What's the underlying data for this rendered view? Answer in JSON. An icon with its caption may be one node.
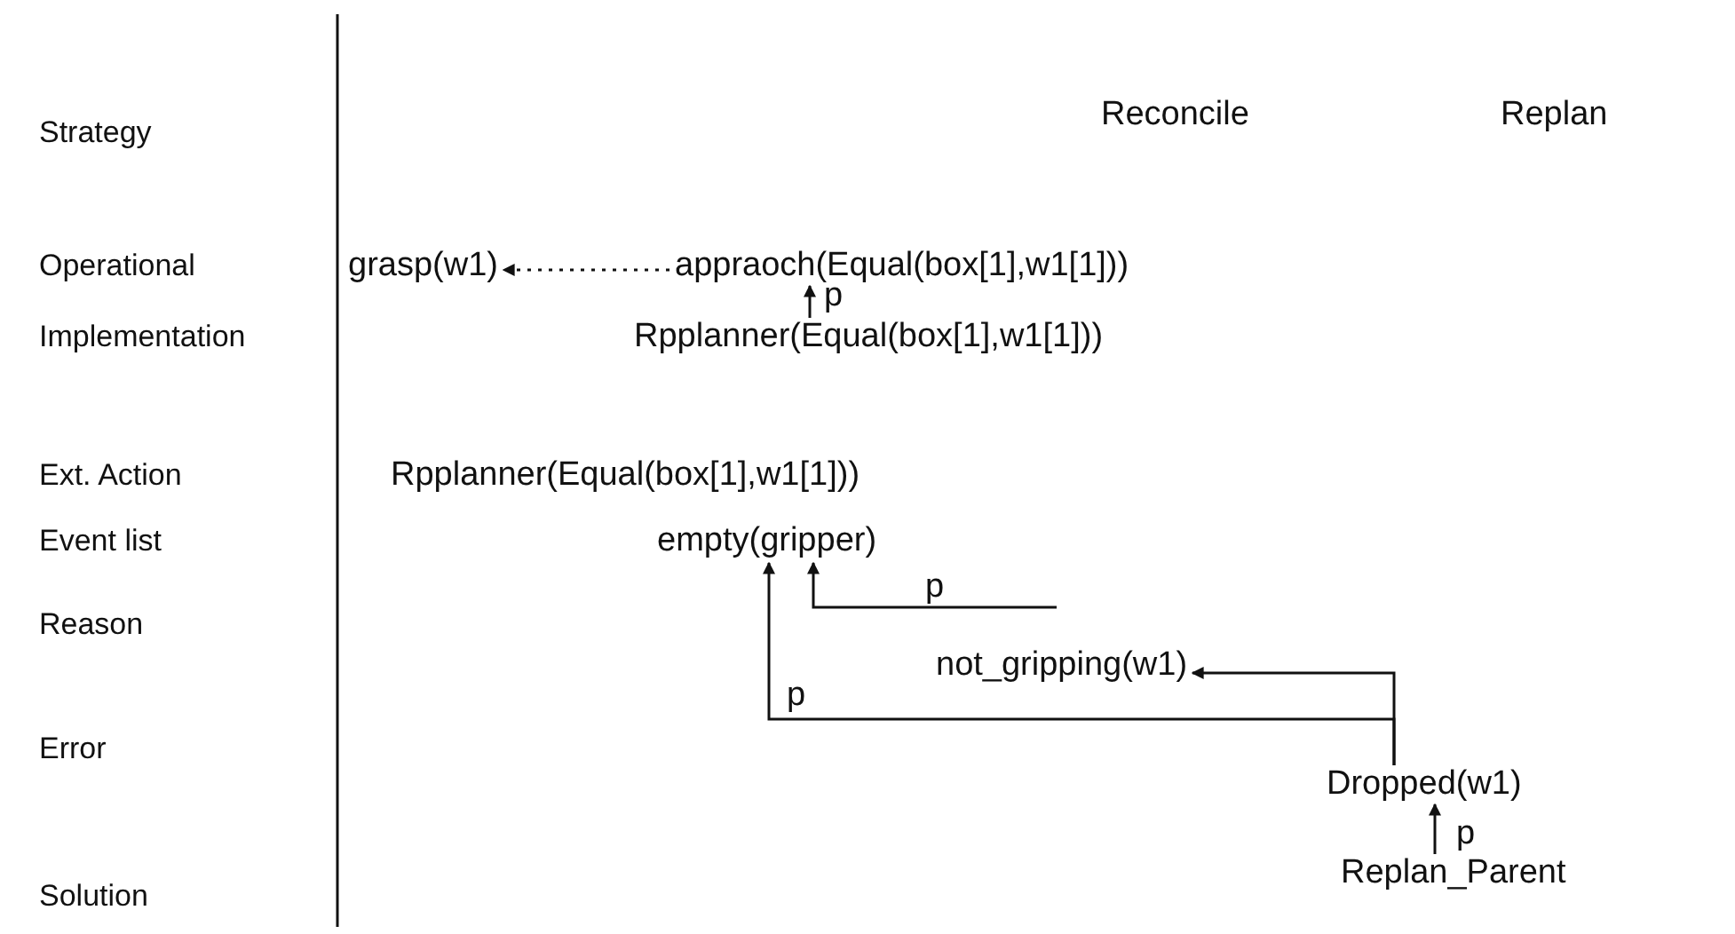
{
  "diagram": {
    "nodes": [
      {
        "text": [
          "grasp(w1)"
        ]
      },
      {
        "text": [
          "appraoch(Equal(box[1],w1[1]))"
        ]
      },
      {
        "text": [
          "Rpplanner(Equal(box[1],w1[1]))"
        ]
      },
      {
        "text": [
          "empty(gripper)"
        ]
      },
      {
        "text": [
          "not_gripping(w1)"
        ]
      },
      {
        "text": [
          "Dropped(w1)"
        ]
      },
      {
        "text": [
          "Replan_Parent"
        ]
      }
    ],
    "edges": [
      {
        "from": 1,
        "to": 0,
        "arrow": "to",
        "style": "dashed"
      },
      {
        "from": 2,
        "to": 1,
        "arrow": "to",
        "label": "p"
      },
      {
        "from": 4,
        "to": 3,
        "arrow": "to",
        "label": "p"
      },
      {
        "from": 5,
        "to": 4,
        "arrow": "to"
      },
      {
        "from": 5,
        "to": 3,
        "arrow": "to",
        "label": "p"
      },
      {
        "from": 6,
        "to": 5,
        "arrow": "to",
        "label": "p"
      }
    ],
    "labels": [
      "Strategy",
      "Reconcile",
      "Replan",
      "Operational",
      "Implementation",
      "Ext. Action",
      "Rpplanner(Equal(box[1],w1[1]))",
      "Event list",
      "Reason",
      "Error",
      "Solution"
    ]
  }
}
